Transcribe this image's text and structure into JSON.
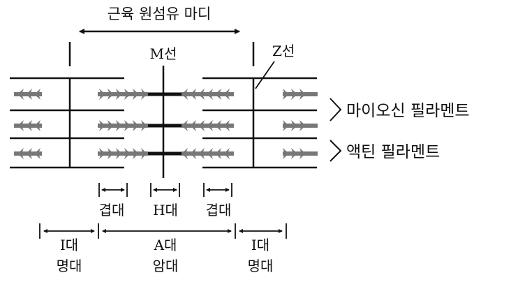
{
  "labels": {
    "sarcomere": "근육 원섬유 마디",
    "m_line": "M선",
    "z_line": "Z선",
    "myosin": "마이오신 필라멘트",
    "actin": "액틴 필라멘트",
    "overlap_left": "겹대",
    "h_band": "H대",
    "overlap_right": "겹대",
    "i_band_left_top": "I대",
    "i_band_left_bottom": "명대",
    "a_band_top": "A대",
    "a_band_bottom": "암대",
    "i_band_right_top": "I대",
    "i_band_right_bottom": "명대"
  },
  "colors": {
    "line": "#111111",
    "myosin_head": "#777777"
  }
}
